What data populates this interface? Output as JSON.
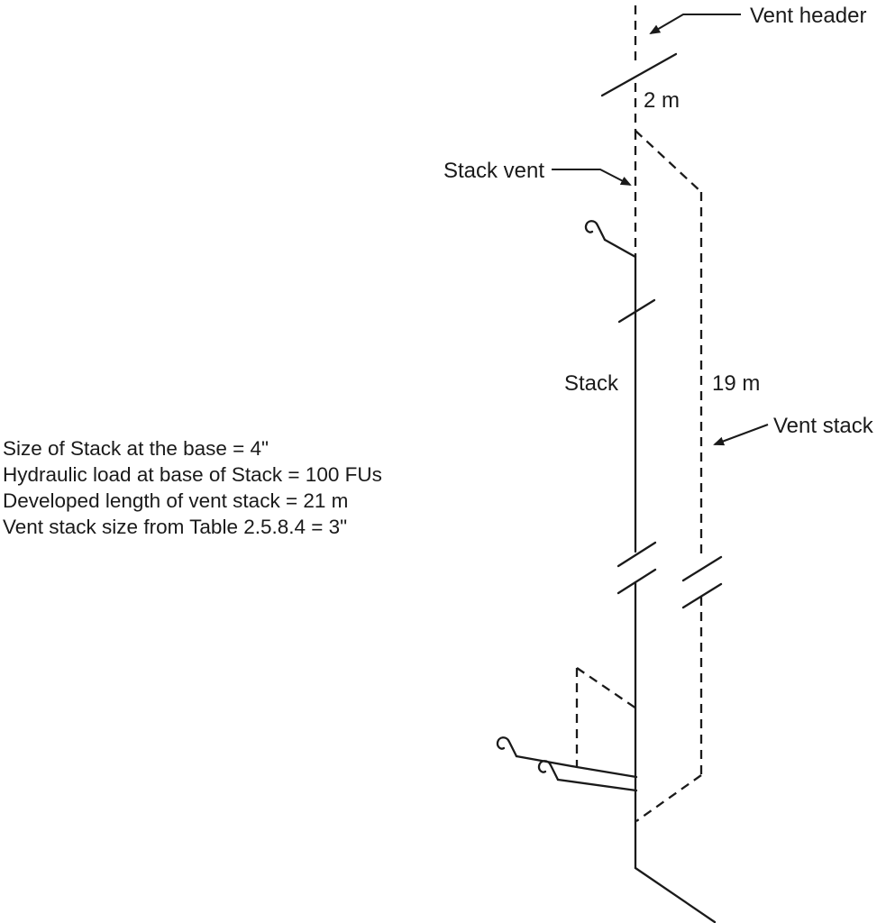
{
  "diagram": {
    "labels": {
      "vent_header": "Vent header",
      "stack_vent": "Stack vent",
      "stack": "Stack",
      "vent_stack": "Vent stack"
    },
    "dimensions": {
      "header_offset": "2 m",
      "vent_stack_run": "19 m"
    },
    "notes": [
      "Size of  Stack  at the base = 4\"",
      "Hydraulic load at base of  Stack  = 100 FUs",
      "Developed length of vent stack = 21 m",
      "Vent stack size from Table 2.5.8.4 = 3\""
    ]
  },
  "colors": {
    "line": "#1a1a1a",
    "background": "#ffffff"
  }
}
